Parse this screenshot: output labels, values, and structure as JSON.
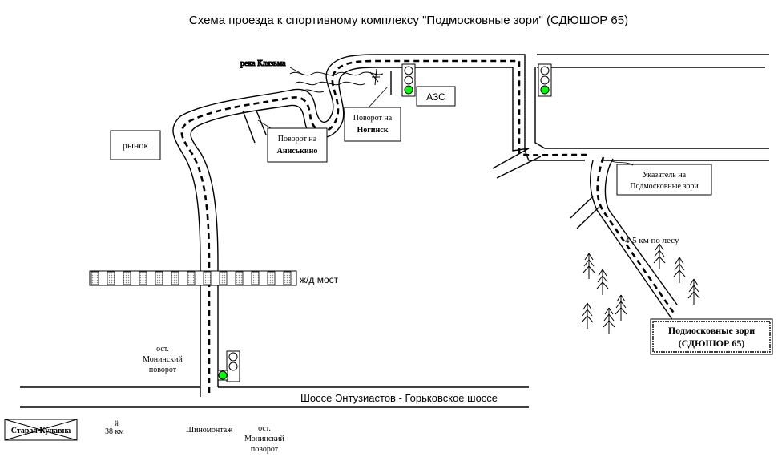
{
  "title": "Схема проезда к спортивному комплексу \"Подмосковные зори\" (СДЮШОР 65)",
  "labels": {
    "river": "река Клязьма",
    "market": "рынок",
    "azs": "АЗС",
    "turn_anniskino_line1": "Поворот на",
    "turn_anniskino_line2": "Аниськино",
    "turn_noginsk_line1": "Поворот на",
    "turn_noginsk_line2": "Ногинск",
    "pointer_line1": "Указатель на",
    "pointer_line2": "Подмосковные зори",
    "forest_distance": "4-5 км по лесу",
    "destination_line1": "Подмосковные зори",
    "destination_line2": "(СДЮШОР 65)",
    "rail_bridge": "ж/д мост",
    "stop1_line1": "ост.",
    "stop1_line2": "Монинский",
    "stop1_line3": "поворот",
    "highway": "Шоссе Энтузиастов - Горьковское шоссе",
    "old_kupavna": "Старая Купавна",
    "km38_sup": "й",
    "km38": "38 км",
    "tire_service": "Шиномонтаж",
    "stop2_line1": "ост.",
    "stop2_line2": "Монинский",
    "stop2_line3": "поворот"
  },
  "colors": {
    "ink": "#000000",
    "signal_green": "#00ff00",
    "signal_off": "#ffffff",
    "bridge_dots": "#c8c8c8"
  }
}
